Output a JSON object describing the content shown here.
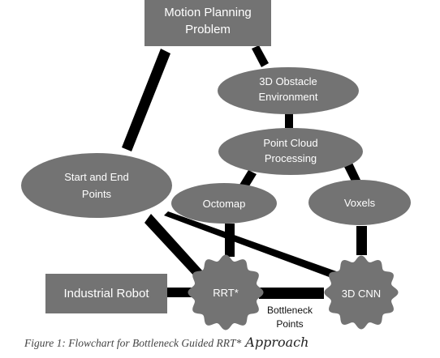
{
  "diagram": {
    "nodes": {
      "motion_planning": [
        "Motion Planning",
        "Problem"
      ],
      "obstacle_env": [
        "3D Obstacle",
        "Environment"
      ],
      "point_cloud": [
        "Point Cloud",
        "Processing"
      ],
      "start_end": [
        "Start and End",
        "Points"
      ],
      "octomap": [
        "Octomap"
      ],
      "voxels": [
        "Voxels"
      ],
      "industrial_robot": [
        "Industrial Robot"
      ],
      "rrt_star": [
        "RRT*"
      ],
      "cnn_3d": [
        "3D CNN"
      ]
    },
    "edge_label": [
      "Bottleneck",
      "Points"
    ]
  },
  "caption": {
    "main": "Figure 1: Flowchart for Bottleneck Guided RRT*",
    "tail": " Approach"
  },
  "colors": {
    "node_fill": "#737373",
    "edge_stroke": "#000000",
    "node_text": "#ffffff"
  }
}
